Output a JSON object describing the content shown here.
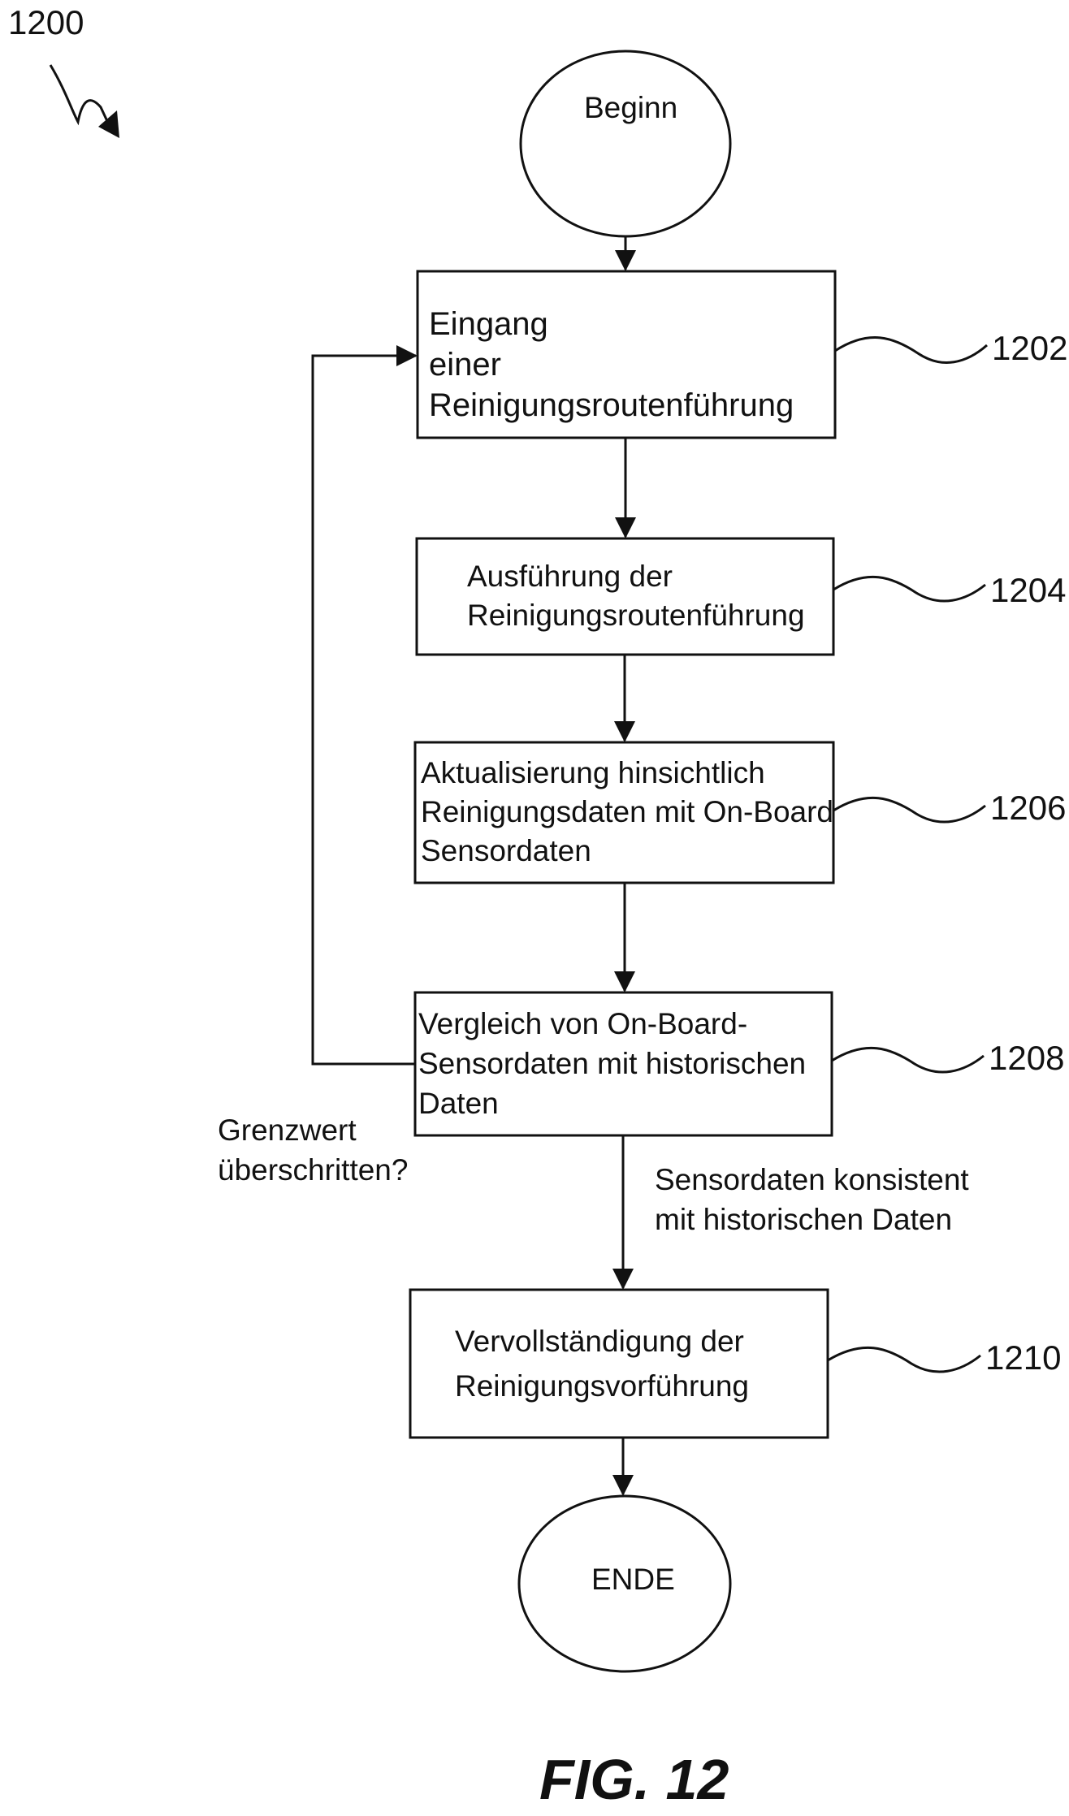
{
  "figure_ref": "1200",
  "figure_caption": "FIG. 12",
  "nodes": {
    "start": "Beginn",
    "step_1202": {
      "ref": "1202",
      "lines": [
        "Eingang",
        "einer",
        "Reinigungsroutenführung"
      ]
    },
    "step_1204": {
      "ref": "1204",
      "lines": [
        "Ausführung der",
        "Reinigungsroutenführung"
      ]
    },
    "step_1206": {
      "ref": "1206",
      "lines": [
        "Aktualisierung hinsichtlich",
        "Reinigungsdaten mit On-Board",
        "Sensordaten"
      ]
    },
    "step_1208": {
      "ref": "1208",
      "lines": [
        "Vergleich von On-Board-",
        "Sensordaten mit historischen",
        "Daten"
      ]
    },
    "step_1210": {
      "ref": "1210",
      "lines": [
        "Vervollständigung der",
        "Reinigungsvorführung"
      ]
    },
    "end": "ENDE"
  },
  "edge_labels": {
    "loop_back": [
      "Grenzwert",
      "überschritten?"
    ],
    "consistent": [
      "Sensordaten konsistent",
      "mit historischen Daten"
    ]
  },
  "colors": {
    "stroke": "#111111",
    "background": "#ffffff"
  }
}
